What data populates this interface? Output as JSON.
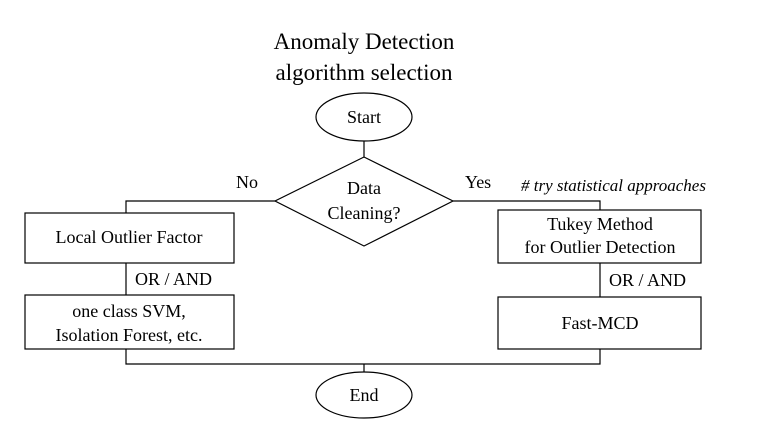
{
  "title": {
    "line1": "Anomaly Detection",
    "line2": "algorithm selection"
  },
  "nodes": {
    "start": "Start",
    "decision": {
      "line1": "Data",
      "line2": "Cleaning?"
    },
    "local_outlier_factor": "Local Outlier Factor",
    "one_class_svm": {
      "line1": "one class SVM,",
      "line2": "Isolation Forest, etc."
    },
    "tukey": {
      "line1": "Tukey Method",
      "line2": "for Outlier Detection"
    },
    "fast_mcd": "Fast-MCD",
    "end": "End"
  },
  "edges": {
    "no": "No",
    "yes": "Yes",
    "or_and_left": "OR / AND",
    "or_and_right": "OR / AND"
  },
  "comment": "# try statistical approaches"
}
